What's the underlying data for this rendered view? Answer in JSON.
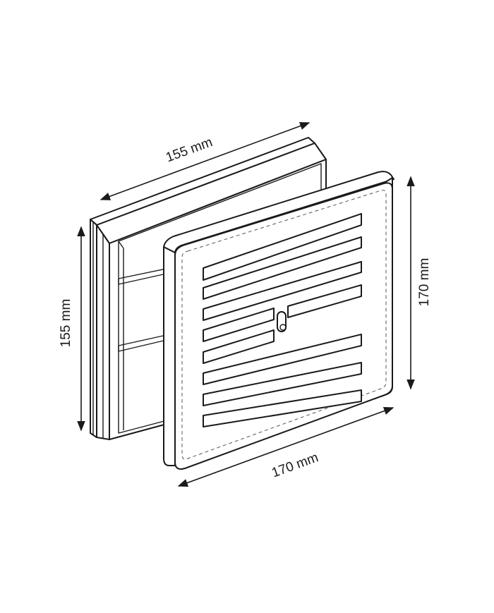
{
  "dimensions": {
    "frame_width": "155 mm",
    "frame_height": "155 mm",
    "grille_width": "170 mm",
    "grille_height": "170 mm"
  }
}
